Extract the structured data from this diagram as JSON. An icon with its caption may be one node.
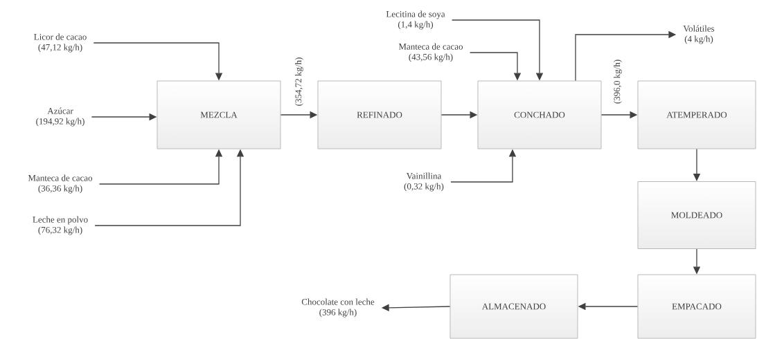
{
  "diagram": {
    "nodes": [
      {
        "text": [
          "MEZCLA"
        ]
      },
      {
        "text": [
          "REFINADO"
        ]
      },
      {
        "text": [
          "CONCHADO"
        ]
      },
      {
        "text": [
          "ATEMPERADO"
        ]
      },
      {
        "text": [
          "MOLDEADO"
        ]
      },
      {
        "text": [
          "EMPACADO"
        ]
      },
      {
        "text": [
          "ALMACENADO"
        ]
      },
      {
        "text": [
          "Licor de cacao",
          "(47,12 kg/h)"
        ]
      },
      {
        "text": [
          "Azúcar",
          "(194,92 kg/h)"
        ]
      },
      {
        "text": [
          "Manteca de cacao",
          "(36,36 kg/h)"
        ]
      },
      {
        "text": [
          "Leche en polvo",
          "(76,32 kg/h)"
        ]
      },
      {
        "text": [
          "Lecitina de soya",
          "(1,4 kg/h)"
        ]
      },
      {
        "text": [
          "Manteca de cacao",
          "(43,56 kg/h)"
        ]
      },
      {
        "text": [
          "Vainillina",
          "(0,32 kg/h)"
        ]
      },
      {
        "text": [
          "Volátiles",
          "(4 kg/h)"
        ]
      },
      {
        "text": [
          "Chocolate con leche",
          "(396 kg/h)"
        ]
      }
    ],
    "edges": [
      {
        "from": 7,
        "to": 0,
        "arrow": "to"
      },
      {
        "from": 8,
        "to": 0,
        "arrow": "to"
      },
      {
        "from": 9,
        "to": 0,
        "arrow": "to"
      },
      {
        "from": 10,
        "to": 0,
        "arrow": "to"
      },
      {
        "from": 0,
        "to": 1,
        "arrow": "to",
        "label": "(354,72 kg/h)"
      },
      {
        "from": 1,
        "to": 2,
        "arrow": "to"
      },
      {
        "from": 11,
        "to": 2,
        "arrow": "to"
      },
      {
        "from": 12,
        "to": 2,
        "arrow": "to"
      },
      {
        "from": 13,
        "to": 2,
        "arrow": "to"
      },
      {
        "from": 2,
        "to": 14,
        "arrow": "to"
      },
      {
        "from": 2,
        "to": 3,
        "arrow": "to",
        "label": "(396,0 kg/h)"
      },
      {
        "from": 3,
        "to": 4,
        "arrow": "to"
      },
      {
        "from": 4,
        "to": 5,
        "arrow": "to"
      },
      {
        "from": 5,
        "to": 6,
        "arrow": "to"
      },
      {
        "from": 6,
        "to": 15,
        "arrow": "to"
      }
    ]
  }
}
